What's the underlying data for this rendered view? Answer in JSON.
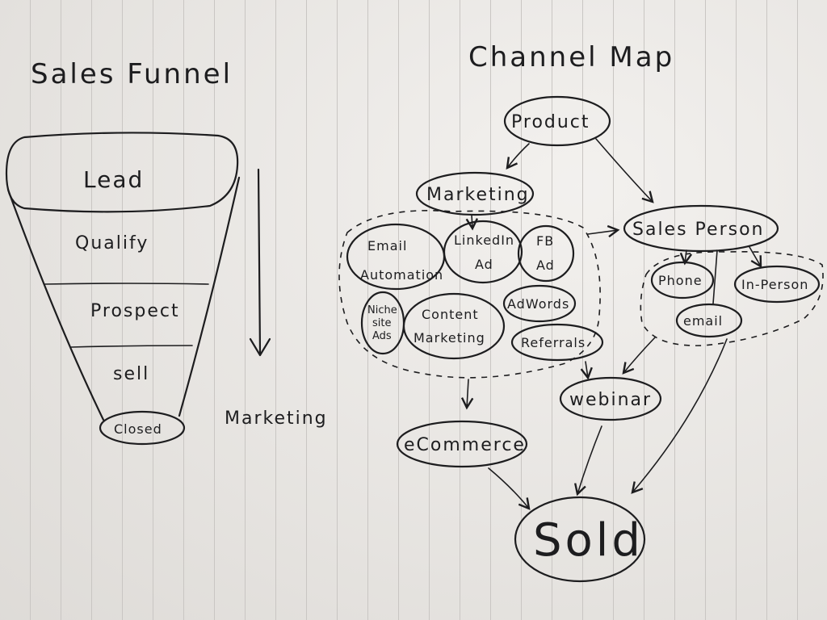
{
  "funnel": {
    "title": "Sales Funnel",
    "stages": [
      "Lead",
      "Qualify",
      "Prospect",
      "sell",
      "Closed"
    ],
    "direction_label": "Marketing"
  },
  "channel_map": {
    "title": "Channel Map",
    "nodes": {
      "product": "Product",
      "marketing": "Marketing",
      "sales_person": "Sales Person",
      "email_automation": [
        "Email",
        "Automation"
      ],
      "linkedin_ad": [
        "LinkedIn",
        "Ad"
      ],
      "fb_ad": [
        "FB",
        "Ad"
      ],
      "niche_site_ads": [
        "Niche",
        "site",
        "Ads"
      ],
      "content_marketing": [
        "Content",
        "Marketing"
      ],
      "adwords": "AdWords",
      "referrals": "Referrals",
      "phone": "Phone",
      "in_person": "In-Person",
      "email": "email",
      "webinar": "webinar",
      "ecommerce": "eCommerce",
      "sold": "Sold"
    }
  }
}
